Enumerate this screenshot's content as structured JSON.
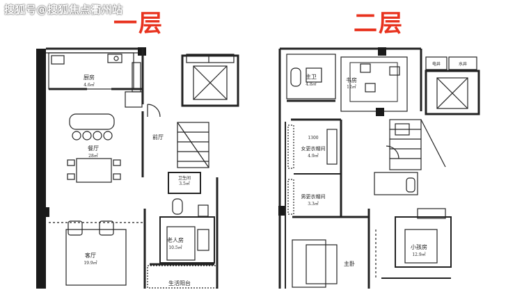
{
  "watermark": "搜狐号@搜狐焦点衢州站",
  "floor1": {
    "title": "一层",
    "rooms": {
      "kitchen": "厨房",
      "kitchen_area": "4.6㎡",
      "dining": "餐厅",
      "dining_area": "28㎡",
      "living": "客厅",
      "living_area": "19.9㎡",
      "foyer": "前厅",
      "bath": "卫生间",
      "bath_area": "3.5㎡",
      "bedroom": "老人房",
      "bedroom_area": "10.5㎡",
      "balcony": "生活阳台"
    }
  },
  "floor2": {
    "title": "二层",
    "rooms": {
      "bath": "主卫",
      "bath_area": "4.8㎡",
      "study": "书房",
      "study_area": "12㎡",
      "meter_elec": "电井",
      "meter_water": "水井",
      "dim": "1300",
      "closet_w": "女更衣帽间",
      "closet_w_area": "4.9㎡",
      "closet_m": "男更衣帽间",
      "closet_m_area": "3.3㎡",
      "master": "主卧",
      "child": "小孩房",
      "child_area": "12.9㎡"
    }
  }
}
